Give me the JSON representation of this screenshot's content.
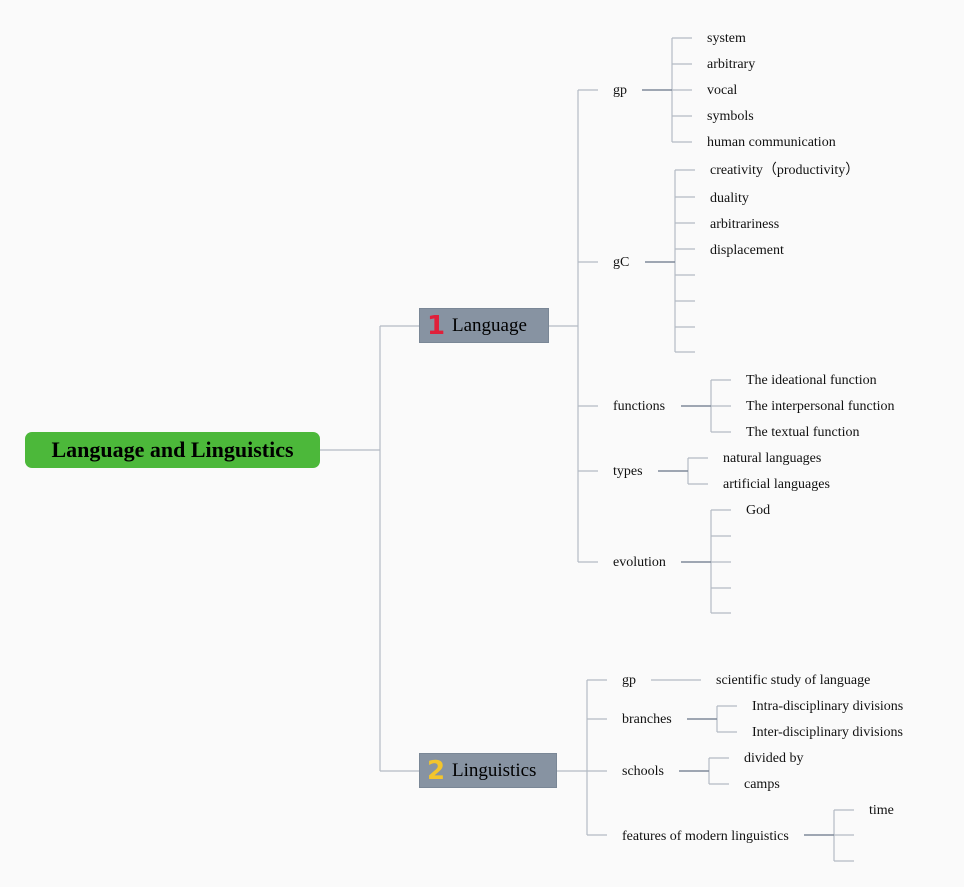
{
  "root": {
    "label": "Language and Linguistics"
  },
  "branches": [
    {
      "number": "1",
      "label": "Language",
      "children": [
        {
          "label": "gp",
          "items": [
            "system",
            "arbitrary",
            "vocal",
            "symbols",
            "human communication"
          ]
        },
        {
          "label": "gC",
          "items": [
            "creativity（productivity）",
            "duality",
            "arbitrariness",
            "displacement"
          ]
        },
        {
          "label": "functions",
          "items": [
            "The ideational function",
            "The interpersonal function",
            "The textual function"
          ]
        },
        {
          "label": "types",
          "items": [
            "natural languages",
            "artificial languages"
          ]
        },
        {
          "label": "evolution",
          "items": [
            "God"
          ]
        }
      ]
    },
    {
      "number": "2",
      "label": "Linguistics",
      "children": [
        {
          "label": "gp",
          "items": [
            "scientific study of language"
          ]
        },
        {
          "label": "branches",
          "items": [
            "Intra-disciplinary divisions",
            "Inter-disciplinary divisions"
          ]
        },
        {
          "label": "schools",
          "items": [
            "divided by",
            "camps"
          ]
        },
        {
          "label": "features of modern linguistics",
          "items": [
            "time"
          ]
        }
      ]
    }
  ],
  "colors": {
    "root_fill": "#4cb83a",
    "branch_fill": "#8793a2",
    "connector": "#a9b1bc",
    "connector_dark": "#7f8a99"
  }
}
